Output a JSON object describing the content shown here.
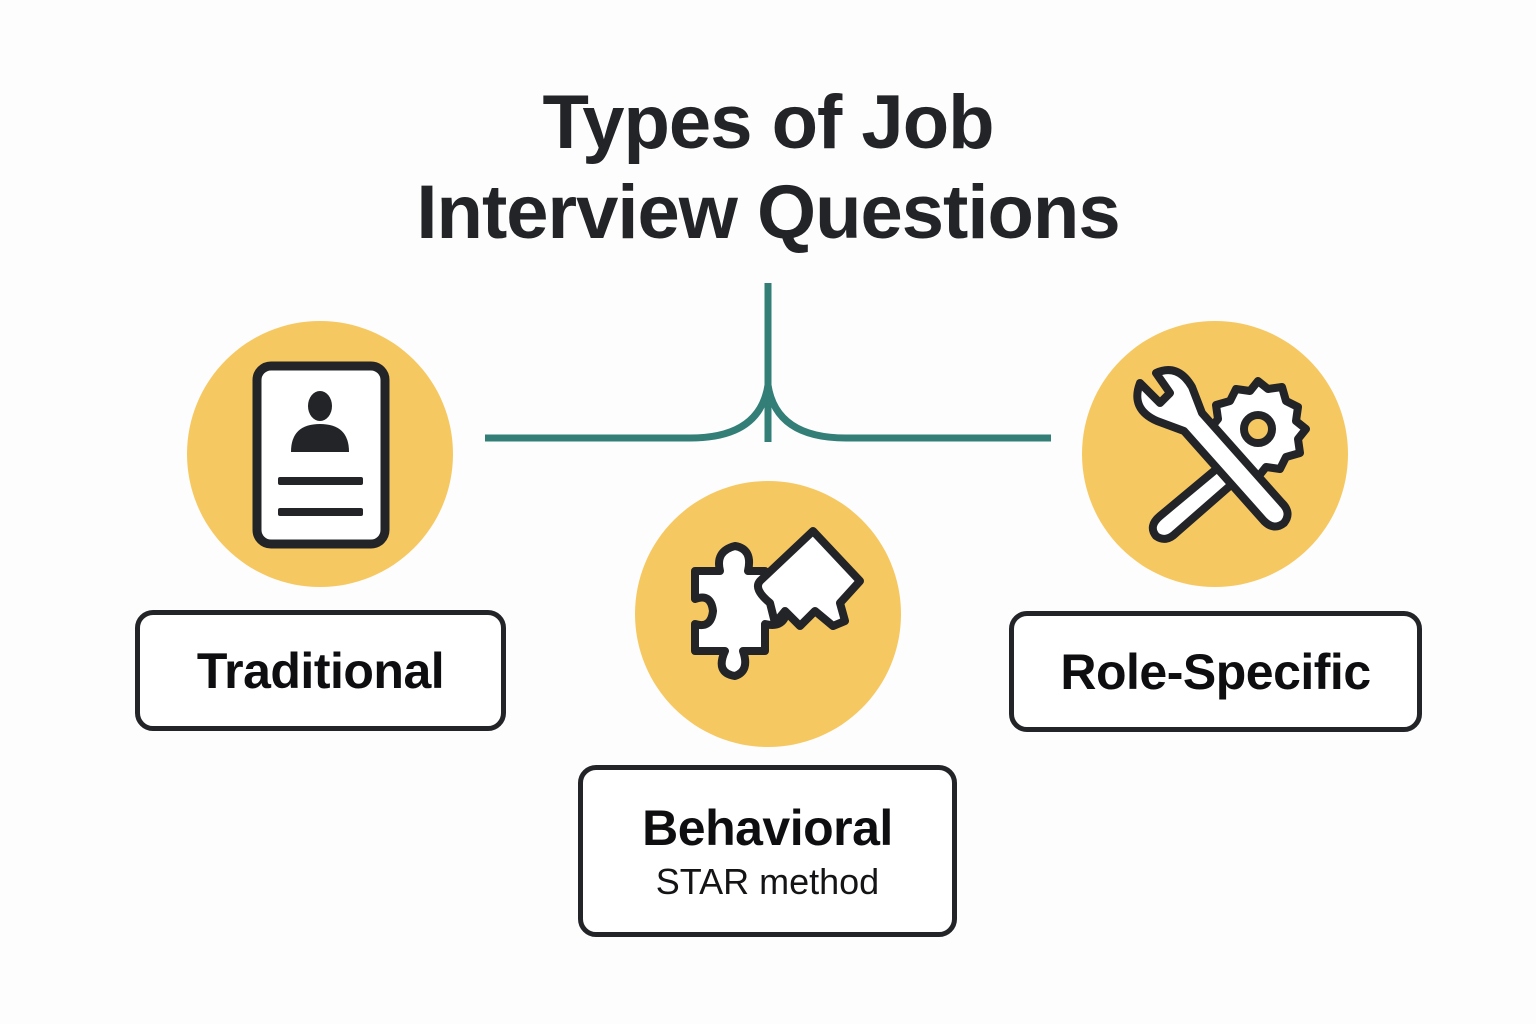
{
  "title": {
    "line1": "Types of Job",
    "line2": "Interview Questions"
  },
  "colors": {
    "circle_fill": "#f6c862",
    "connector": "#347e78",
    "outline": "#232427",
    "box_fill": "#ffffff"
  },
  "categories": [
    {
      "id": "traditional",
      "label": "Traditional",
      "icon": "resume-id-card-icon"
    },
    {
      "id": "behavioral",
      "label": "Behavioral",
      "sublabel": "STAR method",
      "icon": "puzzle-pieces-icon"
    },
    {
      "id": "role-specific",
      "label": "Role-Specific",
      "icon": "wrench-gear-tools-icon"
    }
  ]
}
